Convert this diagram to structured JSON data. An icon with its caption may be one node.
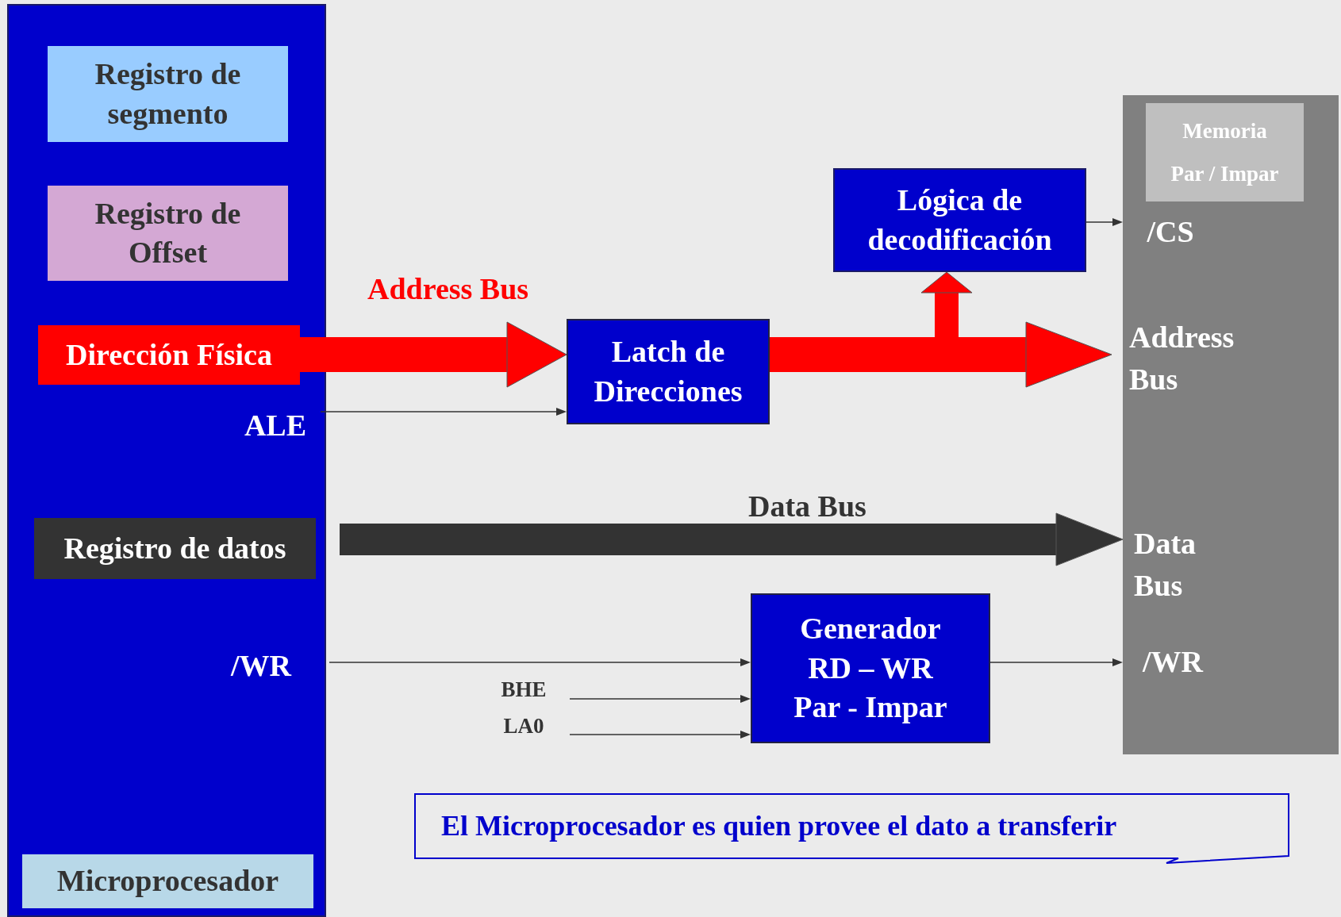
{
  "diagram": {
    "nodes": [
      {
        "text": [],
        "shape": "box"
      },
      {
        "text": [
          "Registro de segmento"
        ],
        "in": 0
      },
      {
        "text": [
          "Registro de Offset"
        ],
        "in": 0
      },
      {
        "text": [
          "Dirección Física"
        ],
        "in": 0
      },
      {
        "text": [
          "ALE"
        ],
        "in": 0
      },
      {
        "text": [
          "Registro de datos"
        ],
        "in": 0
      },
      {
        "text": [
          "/WR"
        ],
        "in": 0
      },
      {
        "text": [
          "Microprocesador"
        ],
        "in": 0
      },
      {
        "text": [
          "Lógica de decodificación"
        ]
      },
      {
        "text": [
          "Latch de Direcciones"
        ]
      },
      {
        "text": [],
        "shape": "box"
      },
      {
        "text": [
          "Memoria Par / Impar"
        ],
        "in": 10
      },
      {
        "text": [
          "/CS"
        ],
        "in": 10
      },
      {
        "text": [
          "Address Bus"
        ],
        "in": 10
      },
      {
        "text": [
          "Data Bus"
        ],
        "in": 10
      },
      {
        "text": [
          "/WR"
        ],
        "in": 10
      },
      {
        "text": [
          "Generador RD – WR Par - Impar"
        ]
      },
      {
        "text": [
          "BHE"
        ]
      },
      {
        "text": [
          "LA0"
        ]
      },
      {
        "text": [
          "El Microprocesador es quien provee el dato a transferir"
        ]
      }
    ],
    "edges": [
      {
        "from": 3,
        "to": 9,
        "arrow": "to",
        "label": "Address Bus",
        "style": "thick",
        "color": "#ff0000"
      },
      {
        "from": 4,
        "to": 9,
        "arrow": "to"
      },
      {
        "from": 9,
        "to": 13,
        "arrow": "to",
        "style": "thick",
        "color": "#ff0000"
      },
      {
        "from": null,
        "to": 8,
        "arrow": "to",
        "style": "thick",
        "color": "#ff0000"
      },
      {
        "from": 8,
        "to": 12,
        "arrow": "to"
      },
      {
        "from": 5,
        "to": 14,
        "arrow": "to",
        "label": "Data Bus",
        "style": "thick",
        "color": "#333333"
      },
      {
        "from": 6,
        "to": 16,
        "arrow": "to"
      },
      {
        "from": 17,
        "to": 16,
        "arrow": "to"
      },
      {
        "from": 18,
        "to": 16,
        "arrow": "to"
      },
      {
        "from": 16,
        "to": 15,
        "arrow": "to"
      }
    ]
  }
}
